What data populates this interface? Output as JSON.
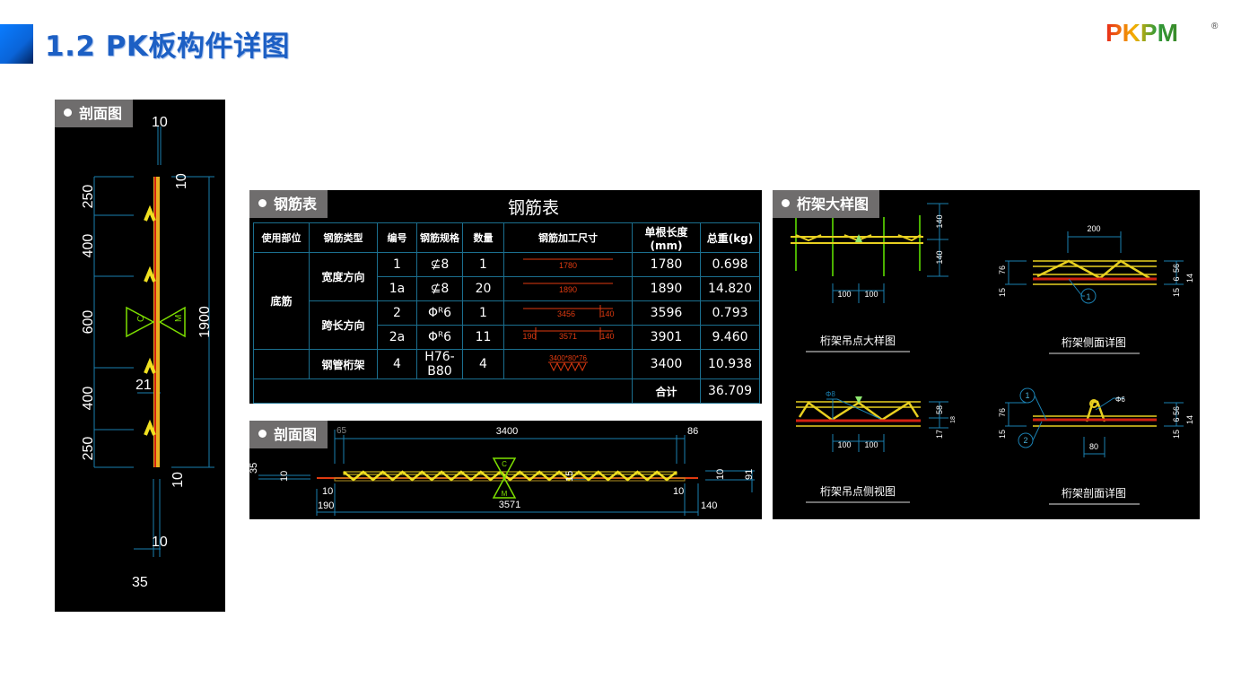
{
  "header": {
    "title": "1.2 PK板构件详图",
    "logo_text": "PKPM",
    "logo_mark": "®"
  },
  "left_panel": {
    "tag": "剖面图",
    "dims": {
      "top10": "10",
      "side10_top": "10",
      "d1": "250",
      "d2": "400",
      "d3": "600",
      "d4": "400",
      "d5": "250",
      "total": "1900",
      "d21": "21",
      "side10_bot": "10",
      "bot10": "10",
      "bot35": "35"
    },
    "marks": {
      "c": "C",
      "m": "M"
    }
  },
  "rebar_table": {
    "tag": "钢筋表",
    "caption": "钢筋表",
    "headers": [
      "使用部位",
      "钢筋类型",
      "编号",
      "钢筋规格",
      "数量",
      "钢筋加工尺寸",
      "单根长度(mm)",
      "总重(kg)"
    ],
    "part": "底筋",
    "groups": {
      "width": "宽度方向",
      "span": "跨长方向",
      "truss": "钢管桁架"
    },
    "rows": [
      {
        "no": "1",
        "spec": "⊈8",
        "qty": "1",
        "shape": [
          "1780"
        ],
        "length": "1780",
        "weight": "0.698"
      },
      {
        "no": "1a",
        "spec": "⊈8",
        "qty": "20",
        "shape": [
          "1890"
        ],
        "length": "1890",
        "weight": "14.820"
      },
      {
        "no": "2",
        "spec": "Φᴿ6",
        "qty": "1",
        "shape": [
          "3456",
          "140"
        ],
        "length": "3596",
        "weight": "0.793"
      },
      {
        "no": "2a",
        "spec": "Φᴿ6",
        "qty": "11",
        "shape": [
          "190",
          "3571",
          "140"
        ],
        "length": "3901",
        "weight": "9.460"
      },
      {
        "no": "4",
        "spec": "H76-B80",
        "qty": "4",
        "shape": [
          "3400*80*76"
        ],
        "length": "3400",
        "weight": "10.938"
      }
    ],
    "total_label": "合计",
    "total_weight": "36.709"
  },
  "section_panel": {
    "tag": "剖面图",
    "dims": {
      "top": "3400",
      "d65": "65",
      "d86": "86",
      "d35": "35",
      "l10a": "10",
      "l10b": "10",
      "d190": "190",
      "bottom": "3571",
      "d15": "15",
      "r10a": "10",
      "d140": "140",
      "r10b": "10",
      "d91": "91"
    },
    "marks": {
      "c": "C",
      "m": "M"
    }
  },
  "truss_panel": {
    "tag": "桁架大样图",
    "views": [
      {
        "caption": "桁架吊点大样图",
        "dims": [
          "140",
          "140",
          "100",
          "100"
        ]
      },
      {
        "caption": "桁架侧面详图",
        "dims": [
          "200",
          "76",
          "15",
          "56",
          "6",
          "14",
          "15"
        ],
        "callout": "1"
      },
      {
        "caption": "桁架吊点侧视图",
        "dims": [
          "58",
          "18",
          "17",
          "100",
          "100"
        ],
        "note": "Φ8"
      },
      {
        "caption": "桁架剖面详图",
        "dims": [
          "76",
          "15",
          "56",
          "6",
          "14",
          "15",
          "80"
        ],
        "callouts": [
          "1",
          "2"
        ],
        "note": "Φ6"
      }
    ]
  },
  "colors": {
    "accent": "#1c5fc4",
    "cad_bg": "#000000",
    "dim": "#1a7fb0",
    "rebar": "#e03a10",
    "truss": "#f0e020",
    "mark": "#7ee000"
  }
}
